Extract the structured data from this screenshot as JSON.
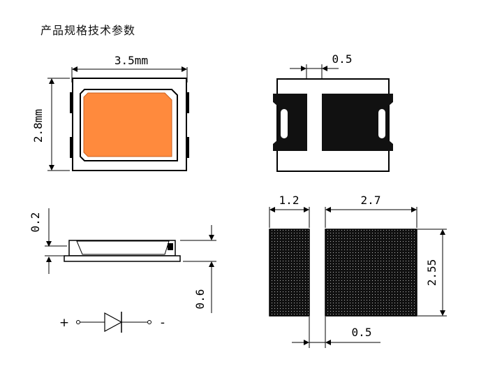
{
  "title": "产品规格技术参数",
  "dimensions": {
    "top_view_width": "3.5mm",
    "top_view_height": "2.8mm",
    "bottom_view_gap": "0.5",
    "side_view_height": "0.2",
    "side_view_thickness": "0.6",
    "pad_small_width": "1.2",
    "pad_large_width": "2.7",
    "pad_height": "2.55",
    "pad_gap": "0.5"
  },
  "polarity": {
    "plus": "+",
    "minus": "-"
  },
  "colors": {
    "led_emitter": "#ff8a3d",
    "pad_fill": "#111111",
    "line": "#000000"
  }
}
